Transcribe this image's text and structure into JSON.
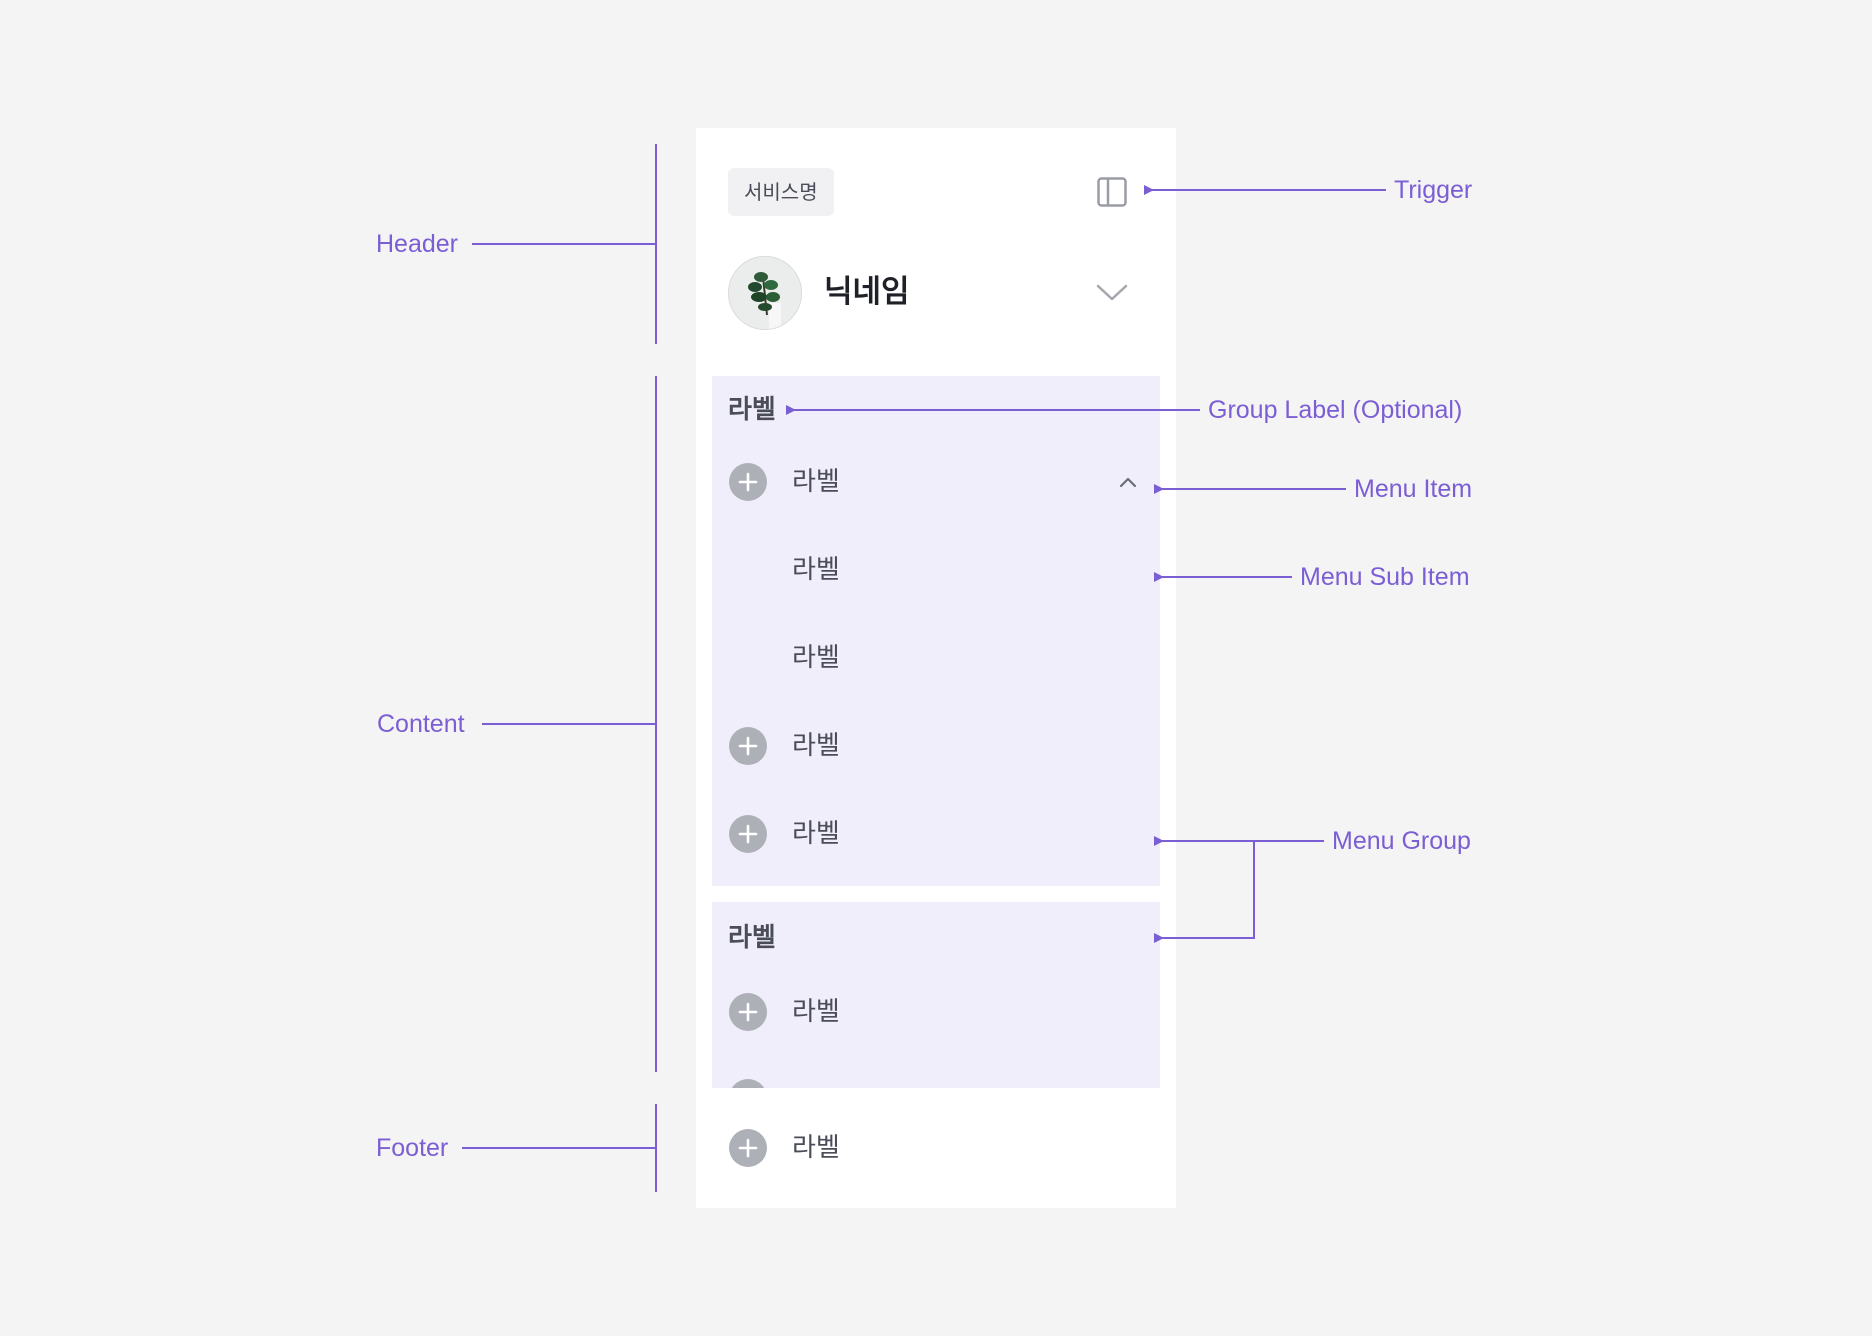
{
  "sidebar": {
    "service_name": "서비스명",
    "profile": {
      "nickname": "닉네임"
    },
    "groups": [
      {
        "label": "라벨",
        "items": [
          {
            "label": "라벨",
            "icon": "plus-circle-icon",
            "expanded": true
          },
          {
            "label": "라벨",
            "sub": true
          },
          {
            "label": "라벨",
            "sub": true
          },
          {
            "label": "라벨",
            "icon": "plus-circle-icon"
          },
          {
            "label": "라벨",
            "icon": "plus-circle-icon"
          }
        ]
      },
      {
        "label": "라벨",
        "items": [
          {
            "label": "라벨",
            "icon": "plus-circle-icon"
          }
        ]
      }
    ],
    "footer": {
      "label": "라벨",
      "icon": "plus-circle-icon"
    }
  },
  "annotations": {
    "header": "Header",
    "content": "Content",
    "footer": "Footer",
    "trigger": "Trigger",
    "group_label": "Group Label (Optional)",
    "menu_item": "Menu Item",
    "menu_sub_item": "Menu Sub Item",
    "menu_group": "Menu Group"
  },
  "colors": {
    "background": "#f4f4f4",
    "panel": "#ffffff",
    "group_highlight": "#f1eefb",
    "annotation": "#7b5ed3",
    "icon_grey": "#aeb0b7",
    "text": "#4a4d58"
  }
}
